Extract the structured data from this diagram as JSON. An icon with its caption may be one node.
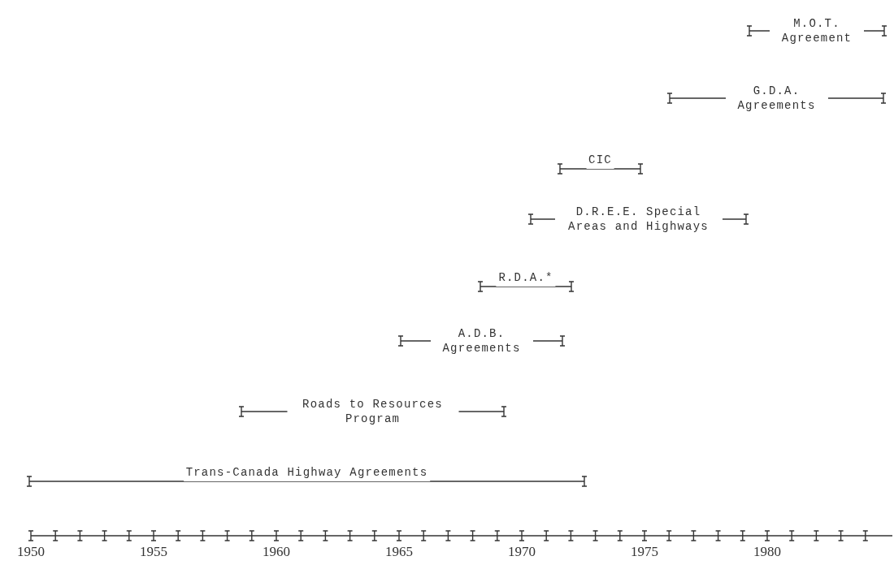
{
  "diagram": {
    "nodes": [
      {
        "text": [
          "M.O.T. Agreement"
        ]
      },
      {
        "text": [
          "G.D.A. Agreements"
        ]
      },
      {
        "text": [
          "CIC"
        ]
      },
      {
        "text": [
          "D.R.E.E. Special Areas and Highways"
        ]
      },
      {
        "text": [
          "R.D.A.*"
        ]
      },
      {
        "text": [
          "A.D.B. Agreements"
        ]
      },
      {
        "text": [
          "Roads to Resources Program"
        ]
      },
      {
        "text": [
          "Trans-Canada Highway Agreements"
        ]
      }
    ],
    "labels": [
      "1950",
      "1955",
      "1960",
      "1965",
      "1970",
      "1975",
      "1980"
    ]
  }
}
